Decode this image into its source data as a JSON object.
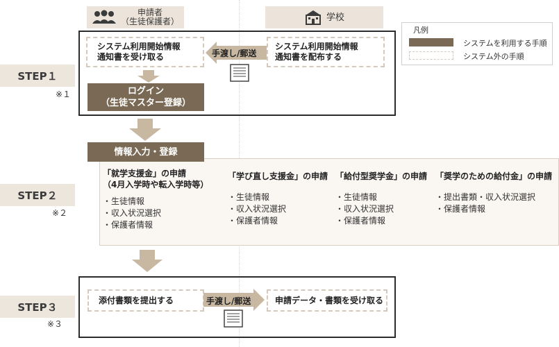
{
  "actors": {
    "applicant": "申請者\n（生徒保護者）",
    "school": "学校"
  },
  "legend": {
    "title": "凡例",
    "system_label": "システムを利用する手順",
    "outside_label": "システム外の手順"
  },
  "step1": {
    "label": "STEP１",
    "note": "※１",
    "receive_notice": "システム利用開始情報\n通知書を受け取る",
    "distribute_notice": "システム利用開始情報\n通知書を配布する",
    "handover": "手渡し/郵送",
    "login": "ログイン\n（生徒マスター登録）"
  },
  "step2": {
    "label": "STEP２",
    "note": "※２",
    "header": "情報入力・登録",
    "columns": [
      {
        "title": "「就学支援金」の申請\n（4月入学時や転入学時等）",
        "items": [
          "生徒情報",
          "収入状況選択",
          "保護者情報"
        ]
      },
      {
        "title": "「学び直し支援金」の申請",
        "items": [
          "生徒情報",
          "収入状況選択",
          "保護者情報"
        ]
      },
      {
        "title": "「給付型奨学金」の申請",
        "items": [
          "生徒情報",
          "収入状況選択",
          "保護者情報"
        ]
      },
      {
        "title": "「奨学のための給付金」の申請",
        "items": [
          "提出書類・収入状況選択",
          "保護者情報"
        ]
      }
    ]
  },
  "step3": {
    "label": "STEP３",
    "note": "※３",
    "submit_docs": "添付書類を提出する",
    "handover": "手渡し/郵送",
    "receive_docs": "申請データ・書類を受け取る"
  },
  "colors": {
    "system_fill": "#7a6a55",
    "outside_border": "#d4c9bc",
    "step_label_bg": "#ede6dc",
    "arrow": "#c8b8a2"
  },
  "icons": [
    "people-icon",
    "school-icon",
    "document-icon"
  ]
}
